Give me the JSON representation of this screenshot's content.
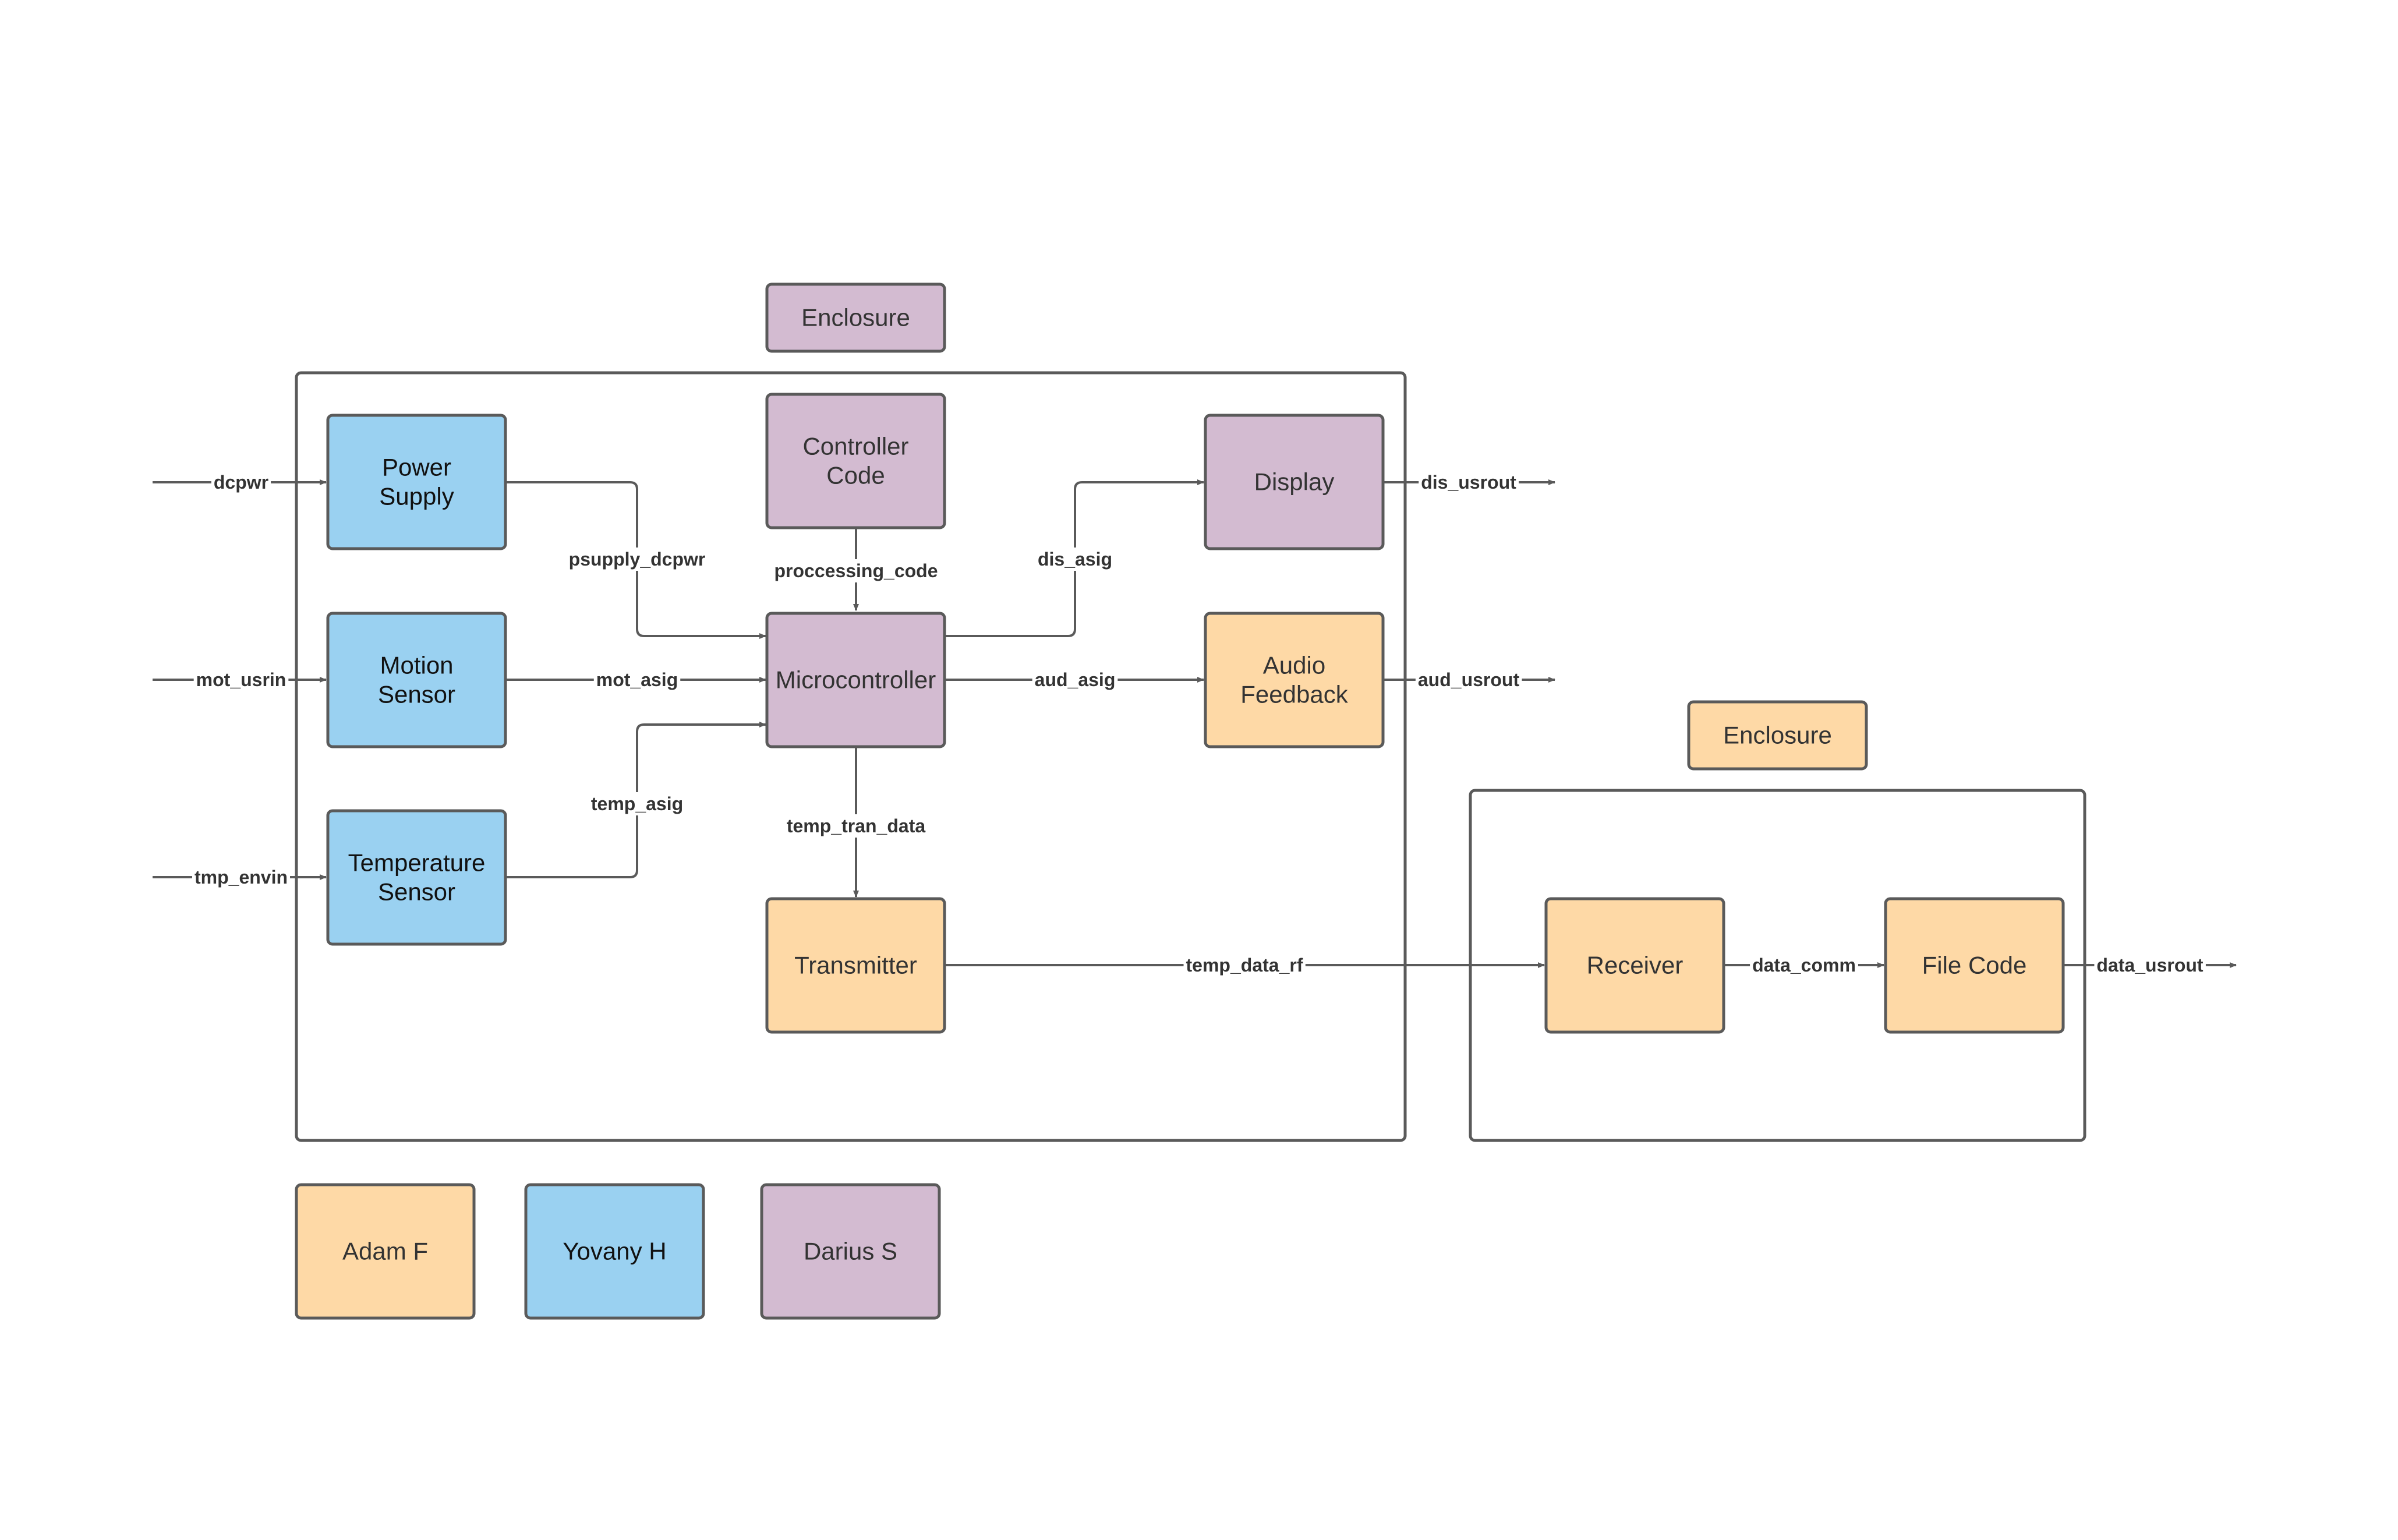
{
  "colors": {
    "blue": "#9ad1f1",
    "purple": "#d3bbd1",
    "orange": "#fed9a6",
    "stroke": "#5a5a5a"
  },
  "nodes": {
    "enclosure_main_label": {
      "lines": [
        "Enclosure"
      ],
      "color": "purple"
    },
    "power_supply": {
      "lines": [
        "Power",
        "Supply"
      ],
      "color": "blue"
    },
    "motion_sensor": {
      "lines": [
        "Motion",
        "Sensor"
      ],
      "color": "blue"
    },
    "temperature_sensor": {
      "lines": [
        "Temperature",
        "Sensor"
      ],
      "color": "blue"
    },
    "controller_code": {
      "lines": [
        "Controller",
        "Code"
      ],
      "color": "purple"
    },
    "microcontroller": {
      "lines": [
        "Microcontroller"
      ],
      "color": "purple"
    },
    "transmitter": {
      "lines": [
        "Transmitter"
      ],
      "color": "orange"
    },
    "display": {
      "lines": [
        "Display"
      ],
      "color": "purple"
    },
    "audio_feedback": {
      "lines": [
        "Audio",
        "Feedback"
      ],
      "color": "orange"
    },
    "enclosure_remote_label": {
      "lines": [
        "Enclosure"
      ],
      "color": "orange"
    },
    "receiver": {
      "lines": [
        "Receiver"
      ],
      "color": "orange"
    },
    "file_code": {
      "lines": [
        "File Code"
      ],
      "color": "orange"
    },
    "legend_adam": {
      "lines": [
        "Adam F"
      ],
      "color": "orange"
    },
    "legend_yovany": {
      "lines": [
        "Yovany H"
      ],
      "color": "blue"
    },
    "legend_darius": {
      "lines": [
        "Darius S"
      ],
      "color": "purple"
    }
  },
  "edges": {
    "dcpwr": "dcpwr",
    "mot_usrin": "mot_usrin",
    "tmp_envin": "tmp_envin",
    "psupply_dcpwr": "psupply_dcpwr",
    "mot_asig": "mot_asig",
    "temp_asig": "temp_asig",
    "proccessing_code": "proccessing_code",
    "temp_tran_data": "temp_tran_data",
    "dis_asig": "dis_asig",
    "aud_asig": "aud_asig",
    "dis_usrout": "dis_usrout",
    "aud_usrout": "aud_usrout",
    "temp_data_rf": "temp_data_rf",
    "data_comm": "data_comm",
    "data_usrout": "data_usrout"
  }
}
